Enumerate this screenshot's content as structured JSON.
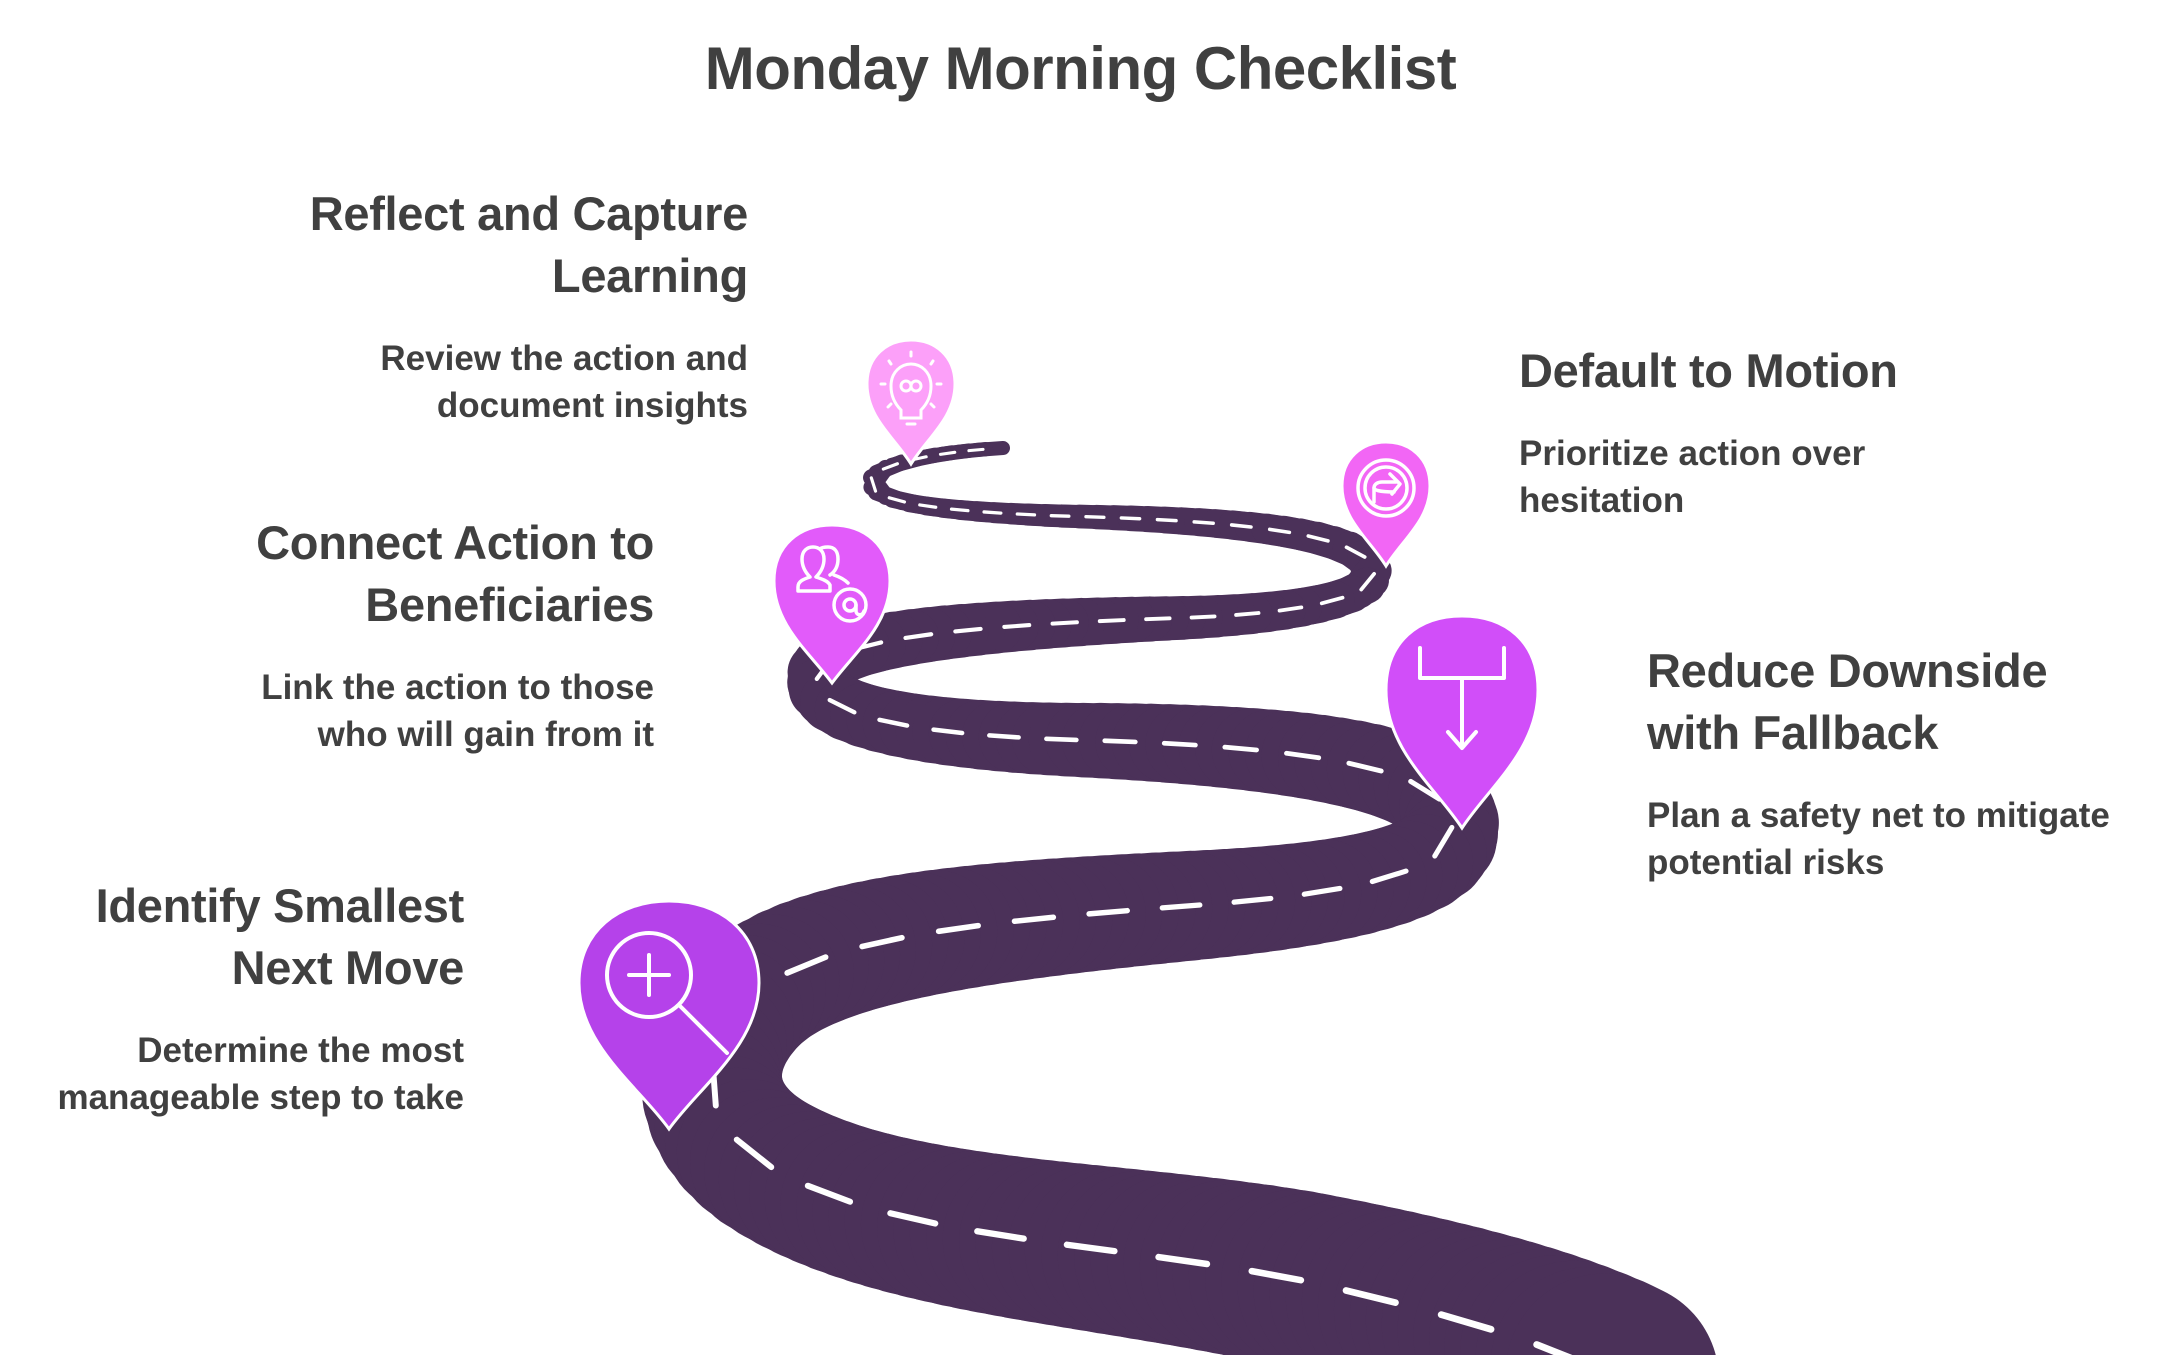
{
  "title": "Monday Morning Checklist",
  "colors": {
    "road": "#4b3159",
    "road_dash": "#ffffff",
    "text": "#404040",
    "pin_reflect": "#fca0f9",
    "pin_default": "#f266f5",
    "pin_connect": "#e25bfa",
    "pin_reduce": "#d14ef9",
    "pin_identify": "#b542ea"
  },
  "steps": [
    {
      "id": "identify",
      "order": 1,
      "heading": "Identify Smallest Next Move",
      "heading_lines": [
        "Identify Smallest",
        "Next Move"
      ],
      "description_lines": [
        "Determine the most",
        "manageable step to take"
      ],
      "icon": "magnifier-plus-icon",
      "side": "left"
    },
    {
      "id": "reduce",
      "order": 2,
      "heading": "Reduce Downside with Fallback",
      "heading_lines": [
        "Reduce Downside",
        "with Fallback"
      ],
      "description_lines": [
        "Plan a safety net to mitigate",
        "potential risks"
      ],
      "icon": "fallback-arrow-icon",
      "side": "right"
    },
    {
      "id": "connect",
      "order": 3,
      "heading": "Connect Action to Beneficiaries",
      "heading_lines": [
        "Connect Action to",
        "Beneficiaries"
      ],
      "description_lines": [
        "Link the action to those",
        "who will gain from it"
      ],
      "icon": "users-at-icon",
      "side": "left"
    },
    {
      "id": "default",
      "order": 4,
      "heading": "Default to Motion",
      "heading_lines": [
        "Default to Motion"
      ],
      "description_lines": [
        "Prioritize action over",
        "hesitation"
      ],
      "icon": "forward-arrow-circle-icon",
      "side": "right"
    },
    {
      "id": "reflect",
      "order": 5,
      "heading": "Reflect and Capture Learning",
      "heading_lines": [
        "Reflect and Capture",
        "Learning"
      ],
      "description_lines": [
        "Review the action and",
        "document insights"
      ],
      "icon": "lightbulb-brain-icon",
      "side": "left"
    }
  ]
}
